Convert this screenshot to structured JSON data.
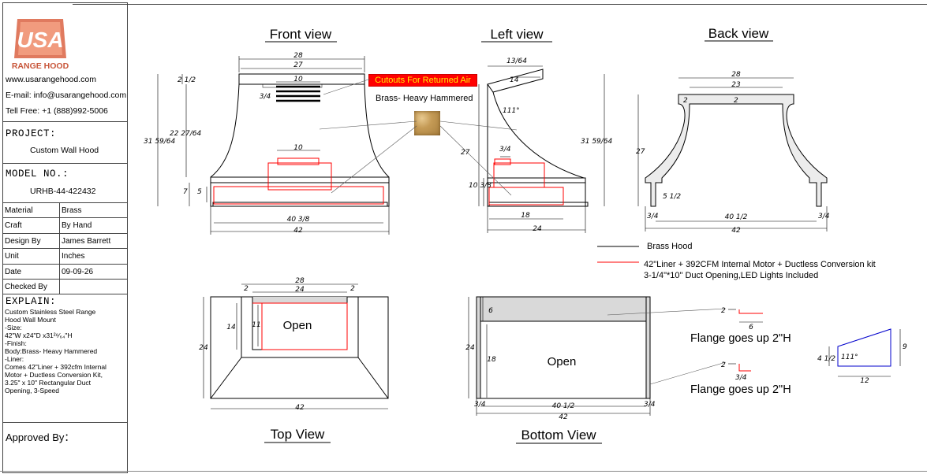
{
  "brand": {
    "logo_letters": "USA",
    "logo_sub": "RANGE HOOD",
    "website": "www.usarangehood.com",
    "email": "E-mail: info@usarangehood.com",
    "toll_free": "Tell Free: +1 (888)992-5006"
  },
  "project": {
    "heading": "PROJECT:",
    "value": "Custom Wall Hood"
  },
  "model": {
    "heading": "MODEL NO.:",
    "value": "URHB-44-422432"
  },
  "specs": [
    {
      "key": "Material",
      "value": "Brass"
    },
    {
      "key": "Craft",
      "value": "By Hand"
    },
    {
      "key": "Design By",
      "value": "James Barrett"
    },
    {
      "key": "Unit",
      "value": "Inches"
    },
    {
      "key": "Date",
      "value": "09-09-26"
    },
    {
      "key": "Checked By",
      "value": ""
    }
  ],
  "explain": {
    "heading": "EXPLAIN:",
    "lines": [
      "Custom Stainless Steel Range",
      "Hood Wall Mount",
      "-Size:",
      "42\"W x24\"D x31²⁶⁄₆₄\"H",
      "-Finish:",
      "Body:Brass- Heavy Hammered",
      "-Liner:",
      "Comes 42\"Liner + 392cfm Internal",
      "Motor + Ductless Conversion Kit,",
      "3.25\" x 10\" Rectangular Duct",
      "Opening, 3-Speed"
    ]
  },
  "approved_by": "Approved By：",
  "view_titles": {
    "front": "Front view",
    "left": "Left view",
    "back": "Back view",
    "top": "Top View",
    "bottom": "Bottom View"
  },
  "callouts": {
    "cutouts": "Cutouts For Returned Air",
    "finish": "Brass- Heavy Hammered",
    "open_top": "Open",
    "open_bottom": "Open",
    "flange1": "Flange goes up 2\"H",
    "flange2": "Flange goes up 2\"H"
  },
  "legend": {
    "hood": "Brass Hood",
    "liner_line1": "42\"Liner + 392CFM Internal Motor + Ductless Conversion kit",
    "liner_line2": "3-1/4\"*10\" Duct Opening,LED Lights Included"
  },
  "dims": {
    "front_28": "28",
    "front_27": "27",
    "front_10a": "10",
    "front_3_4": "3/4",
    "front_2_1_2": "2 1/2",
    "front_31_59": "31 59/64",
    "front_22_27": "22 27/64",
    "front_10b": "10",
    "front_7": "7",
    "front_5": "5",
    "front_40_3_8": "40 3/8",
    "front_42": "42",
    "left_13_64": "13/64",
    "left_14": "14",
    "left_111": "111°",
    "left_27": "27",
    "left_3_4": "3/4",
    "left_10_3_8": "10 3/8",
    "left_18": "18",
    "left_24": "24",
    "left_31_59": "31 59/64",
    "back_28": "28",
    "back_23": "23",
    "back_2a": "2",
    "back_2b": "2",
    "back_27": "27",
    "back_5_1_2": "5 1/2",
    "back_3_4a": "3/4",
    "back_40_1_2": "40 1/2",
    "back_3_4b": "3/4",
    "back_42": "42",
    "top_28": "28",
    "top_2a": "2",
    "top_24a": "24",
    "top_2b": "2",
    "top_14": "14",
    "top_11": "11",
    "top_24b": "24",
    "top_42": "42",
    "bot_6": "6",
    "bot_24": "24",
    "bot_18": "18",
    "bot_3_4a": "3/4",
    "bot_40_1_2": "40 1/2",
    "bot_3_4b": "3/4",
    "bot_42": "42",
    "fl_2a": "2",
    "fl_6": "6",
    "fl_2b": "2",
    "fl_3_4": "3/4",
    "sec_4_1_2": "4 1/2",
    "sec_111": "111°",
    "sec_9": "9",
    "sec_12": "12"
  },
  "colors": {
    "liner": "#ff0000",
    "hood_outline": "#000000",
    "section": "#0000cc",
    "shade": "#d9d9d9"
  }
}
